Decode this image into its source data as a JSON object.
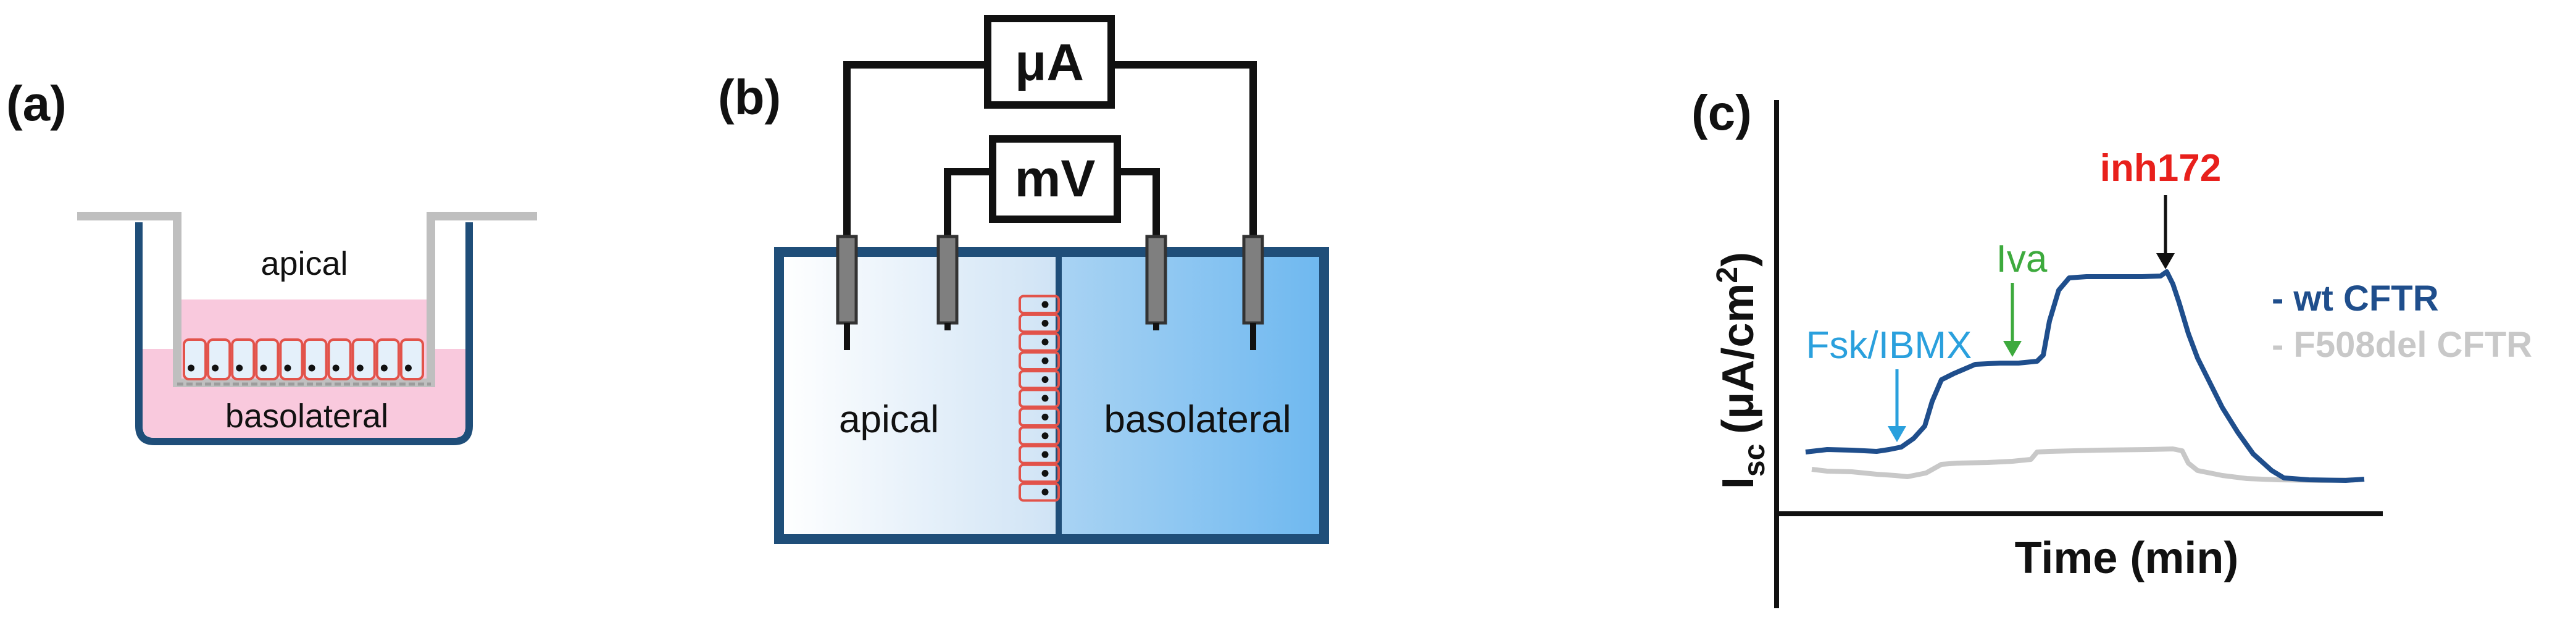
{
  "panel_a": {
    "label": "(a)",
    "apical": "apical",
    "basolateral": "basolateral"
  },
  "panel_b": {
    "label": "(b)",
    "ammeter": "μA",
    "voltmeter": "mV",
    "apical": "apical",
    "basolateral": "basolateral"
  },
  "panel_c": {
    "label": "(c)",
    "ylabel_main": "I",
    "ylabel_sub": "sc",
    "ylabel_unit": "(μA/cm",
    "ylabel_sup": "2",
    "ylabel_close": ")",
    "xlabel": "Time (min)",
    "annotations": {
      "fsk": "Fsk/IBMX",
      "iva": "Iva",
      "inh": "inh172"
    },
    "legend": {
      "wt": "- wt CFTR",
      "f508": "- F508del CFTR"
    },
    "colors": {
      "wt": "#1F4E8C",
      "f508": "#C8C8C8",
      "fsk": "#2AA0DD",
      "iva": "#3DAA3D",
      "inh": "#E8201C",
      "frame": "#1F4E79",
      "medium": "#F9C9DD"
    }
  }
}
